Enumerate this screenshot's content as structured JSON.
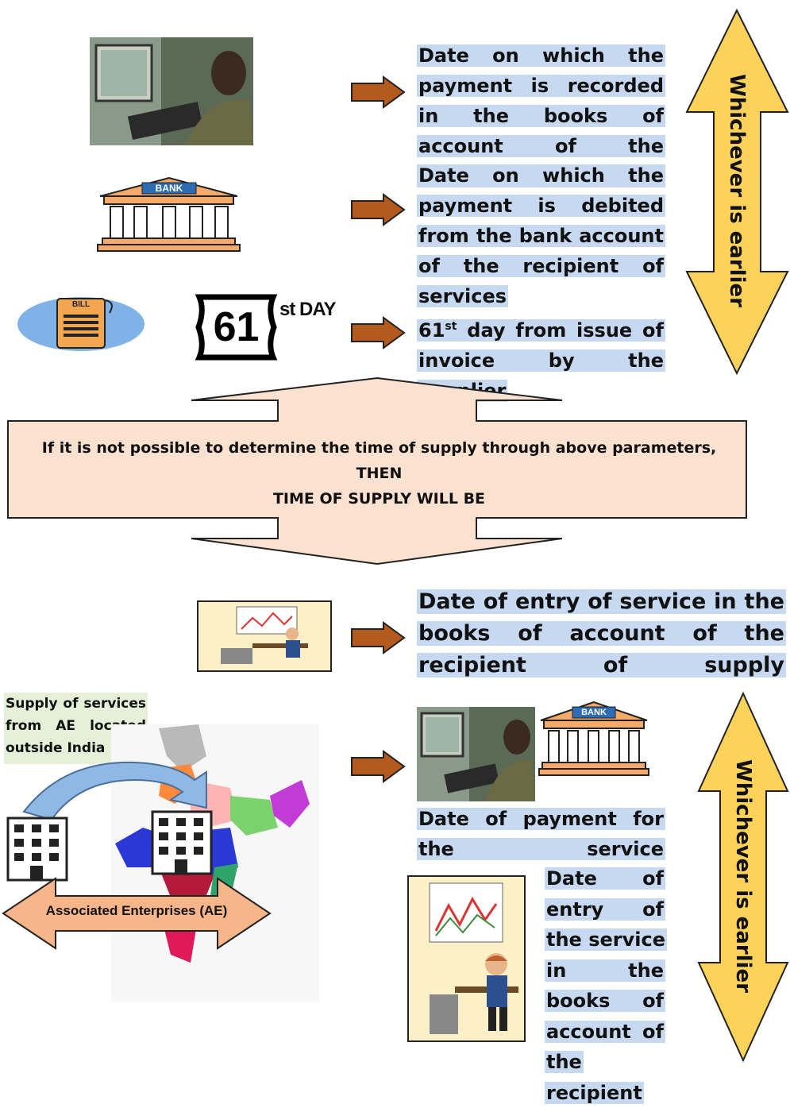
{
  "top": {
    "recorded_text": "Date on which the payment is recorded in the books of account of the recipient of services",
    "debited_text": "Date on which the payment is debited from the bank account of the recipient of services",
    "invoice_text_pre": "61",
    "invoice_text_sup": "st",
    "invoice_text_post": " day from issue of invoice by the supplier",
    "bank_sign": "BANK",
    "bill_label": "BILL",
    "shield_number": "61",
    "shield_suffix": "st DAY",
    "whichever_label": "Whichever is earlier"
  },
  "middle": {
    "line1": "If it is not possible to determine the time of supply through above parameters,",
    "line2": "THEN",
    "line3": "TIME OF SUPPLY WILL BE"
  },
  "bottom": {
    "entry_text": "Date of entry of service in the books of account of the recipient of supply",
    "ae_box_text": "Supply of services from AE located outside India",
    "ae_label": "Associated Enterprises (AE)",
    "bank_sign": "BANK",
    "payment_text": "Date of payment for the service",
    "entry2_text": "Date of entry of the service in the books of account of the recipient",
    "whichever_label": "Whichever is earlier"
  },
  "colors": {
    "arrow_brown": "#b35a1f",
    "yellow_arrow": "#fcd25a",
    "big_arrow_fill": "#fbe1d0",
    "highlight": "#c6d9f1",
    "ae_box": "#e6f0d9",
    "ae_arrow": "#f7b58a"
  }
}
